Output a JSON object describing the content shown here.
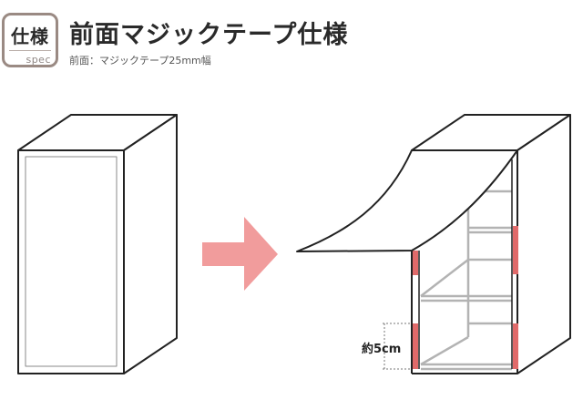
{
  "badge": {
    "title": "仕様",
    "subtitle": "spec"
  },
  "header": {
    "title": "前面マジックテープ仕様",
    "subtitle": "前面：マジックテープ25mm幅"
  },
  "diagram": {
    "measure_label": "約5cm",
    "colors": {
      "outline": "#222222",
      "arrow": "#f19c9c",
      "tape": "#e06a6a",
      "frame_gray": "#b3b3b3"
    }
  }
}
